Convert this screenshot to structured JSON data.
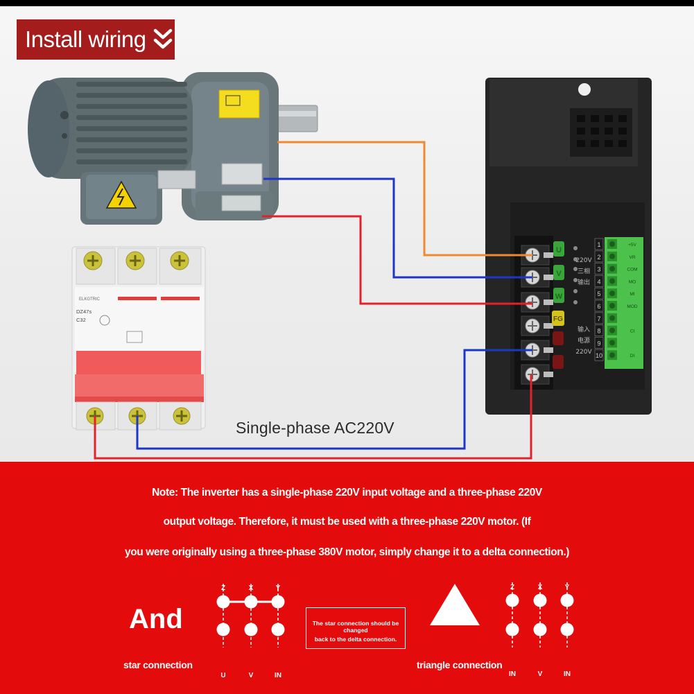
{
  "header": {
    "title": "Install wiring",
    "chevron_icon": "double-chevron-down-icon"
  },
  "wiring": {
    "supply_label": "Single-phase AC220V",
    "wire_colors": {
      "orange": "#f08a32",
      "blue": "#1d36c8",
      "red": "#e0232b"
    },
    "inverter_outputs": [
      "U",
      "V",
      "W"
    ],
    "inverter_ground": "FG",
    "panel_numbers": [
      "1",
      "2",
      "3",
      "4",
      "5",
      "6",
      "7",
      "8",
      "9",
      "10"
    ],
    "panel_signals": [
      "+5V",
      "VR",
      "COM",
      "MO",
      "MI",
      "MOD",
      "",
      "CI",
      "",
      "DI"
    ],
    "panel_chinese": [
      "220V",
      "三相",
      "输出",
      "输入",
      "电源",
      "220V"
    ],
    "breaker_brand": "ELKGTRIC",
    "breaker_model": "DZ47s",
    "breaker_rating": "C32"
  },
  "note": {
    "line1": "Note: The inverter has a single-phase 220V input voltage and a three-phase 220V",
    "line2": "output voltage. Therefore, it must be used with a three-phase 220V motor. (If",
    "line3": "you were originally using a three-phase 380V motor, simply change it to a delta connection.)"
  },
  "connections": {
    "and_word": "And",
    "star_caption": "star connection",
    "triangle_caption": "triangle connection",
    "change_line1": "The star connection should be changed",
    "change_line2": "back to the delta connection.",
    "star_top": [
      "Z",
      "X",
      "Y"
    ],
    "star_bottom": [
      "U",
      "V",
      "IN"
    ],
    "tri_top": [
      "Z",
      "X",
      "Y"
    ],
    "tri_bottom": [
      "IN",
      "V",
      "IN"
    ]
  },
  "colors": {
    "banner_bg": "#a51c1c",
    "note_bg": "#e30b0b",
    "motor_body": "#5f6d70",
    "inverter_body": "#262626",
    "terminal_green": "#3fbf3f"
  }
}
